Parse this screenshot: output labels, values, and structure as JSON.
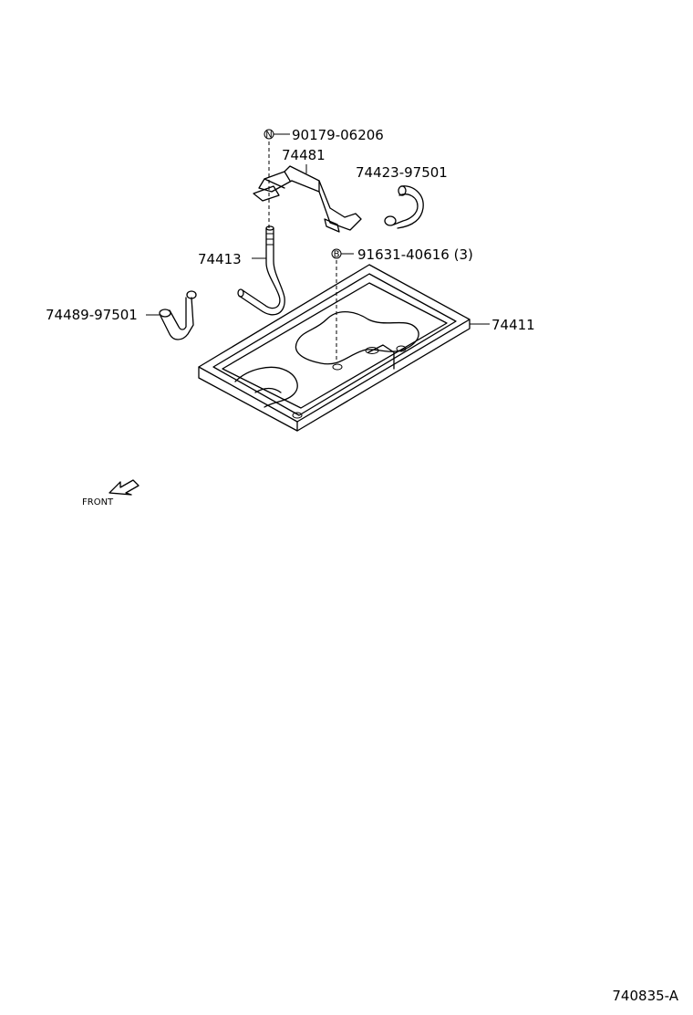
{
  "labels": {
    "clamp_nut": "90179-06206",
    "stay": "74481",
    "hose_right": "74423-97501",
    "pipe": "74413",
    "bolt": "91631-40616 (3)",
    "hose_left": "74489-97501",
    "tray": "74411"
  },
  "symbols": {
    "nut_mark": "N",
    "bolt_mark": "B"
  },
  "direction": {
    "label": "FRONT"
  },
  "figure_ref": "740835-A"
}
